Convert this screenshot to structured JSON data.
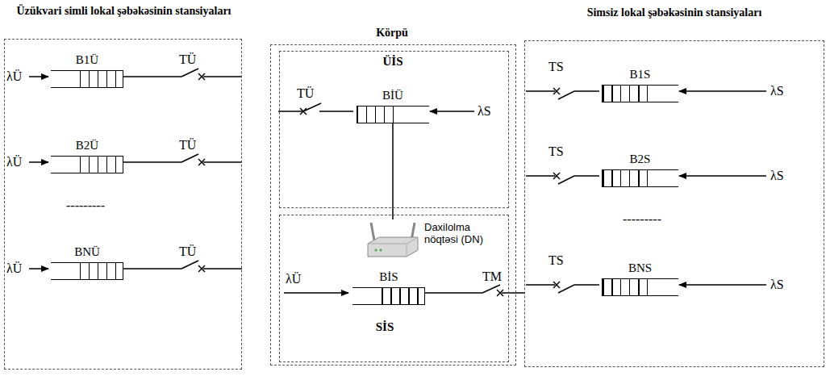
{
  "diagram": {
    "nodes": [
      {
        "text": [
          "Üzükvari simli lokal şəbəkəsinin stansiyaları"
        ]
      },
      {
        "text": [
          "B1Ü"
        ],
        "in": 0
      },
      {
        "text": [
          "B2Ü"
        ],
        "in": 0
      },
      {
        "text": [
          "BNÜ"
        ],
        "in": 0
      },
      {
        "text": [
          "Körpü"
        ]
      },
      {
        "text": [
          "ÜİS"
        ],
        "in": 4
      },
      {
        "text": [
          "BİÜ"
        ],
        "in": 5
      },
      {
        "text": [
          "SİS"
        ],
        "in": 4
      },
      {
        "text": [
          "Daxilolma nöqtəsi (DN)"
        ],
        "in": 7
      },
      {
        "text": [
          "BİS"
        ],
        "in": 7
      },
      {
        "text": [
          "Simsiz lokal şəbəkəsinin stansiyaları"
        ]
      },
      {
        "text": [
          "B1S"
        ],
        "in": 10
      },
      {
        "text": [
          "B2S"
        ],
        "in": 10
      },
      {
        "text": [
          "BNS"
        ],
        "in": 10
      }
    ],
    "edges": [
      {
        "from": 6,
        "to": 8,
        "arrow": "none"
      }
    ],
    "labels": [
      "λÜ",
      "TÜ",
      "λÜ",
      "TÜ",
      "---------",
      "λÜ",
      "TÜ",
      "TÜ",
      "λS",
      "λÜ",
      "TM",
      "TS",
      "λS",
      "TS",
      "λS",
      "---------",
      "TS",
      "λS"
    ]
  }
}
